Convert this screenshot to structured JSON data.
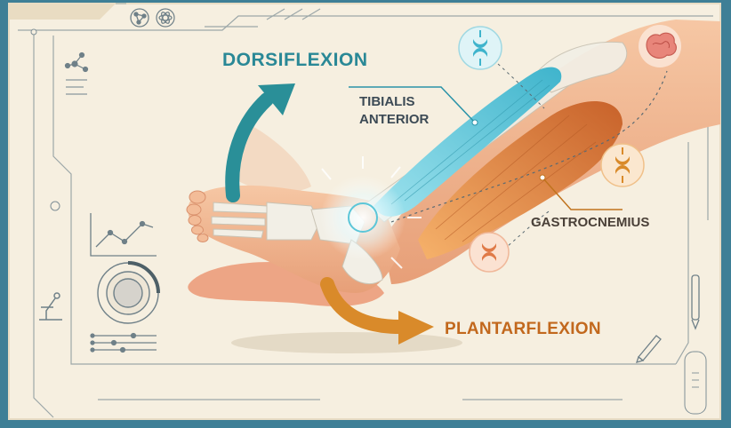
{
  "diagram": {
    "labels": {
      "dorsiflexion": "DORSIFLEXION",
      "tibialis_line1": "TIBIALIS",
      "tibialis_line2": "ANTERIOR",
      "gastrocnemius": "GASTROCNEMIUS",
      "plantarflexion": "PLANTARFLEXION"
    },
    "colors": {
      "dorsiflexion_arrow": "#2a8f98",
      "plantarflexion_arrow": "#d98a2a",
      "tibialis": "#5cc6d8",
      "gastrocnemius": "#e08640",
      "skin": "#f0b48e",
      "bone": "#f2efe6",
      "panel": "#f6efe0",
      "frame": "#3e7f96"
    },
    "icons": [
      "atom-icon",
      "molecule-icon",
      "network-icon",
      "brain-icon",
      "nerve-synapse-icon",
      "line-chart-icon",
      "dial-icon",
      "microscope-icon",
      "sliders-icon",
      "pen-icon",
      "pencil-icon"
    ]
  }
}
